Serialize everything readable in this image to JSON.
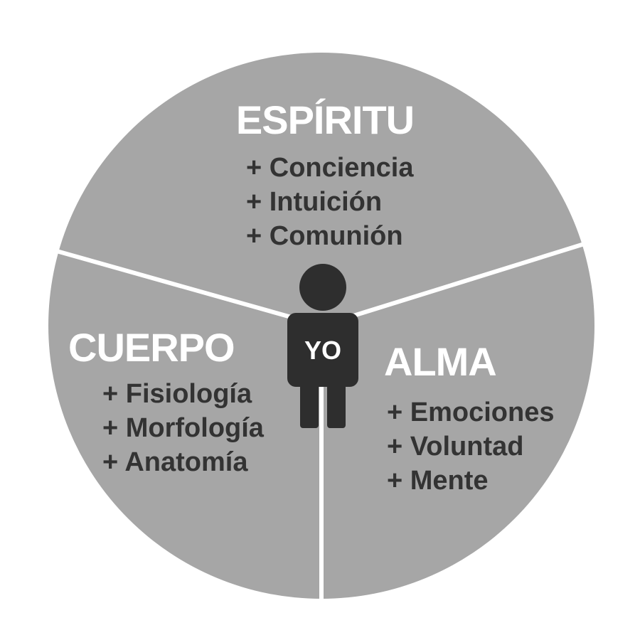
{
  "colors": {
    "circle_fill": "#a6a6a6",
    "divider": "#ffffff",
    "title_text": "#ffffff",
    "item_text": "#333333",
    "figure": "#2e2e2e",
    "figure_label": "#ffffff"
  },
  "center": {
    "label": "YO",
    "icon": "person-icon"
  },
  "sections": {
    "espiritu": {
      "title": "ESPÍRITU",
      "items": [
        "+ Conciencia",
        "+ Intuición",
        "+ Comunión"
      ]
    },
    "cuerpo": {
      "title": "CUERPO",
      "items": [
        "+ Fisiología",
        "+ Morfología",
        "+ Anatomía"
      ]
    },
    "alma": {
      "title": "ALMA",
      "items": [
        "+ Emociones",
        "+ Voluntad",
        "+ Mente"
      ]
    }
  }
}
